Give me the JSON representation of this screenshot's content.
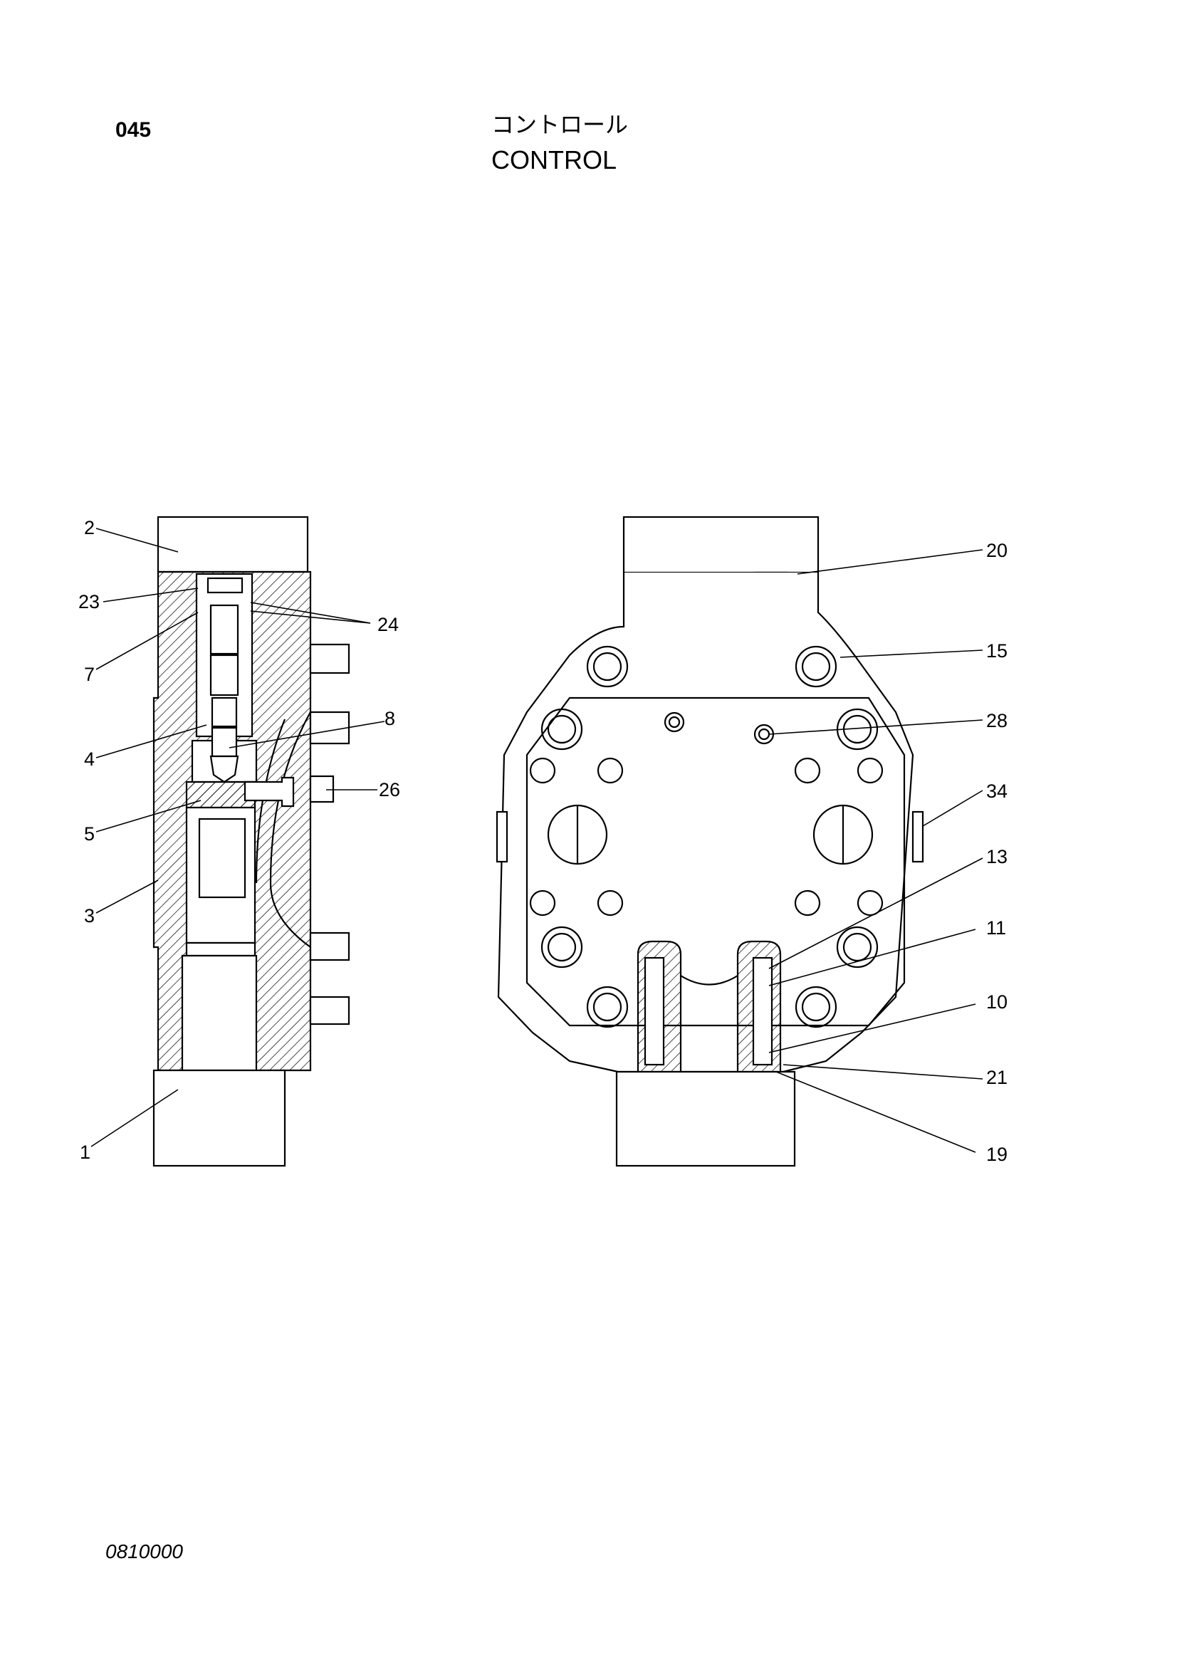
{
  "header": {
    "page_number": "045",
    "title_jp": "コントロール",
    "title_en": "CONTROL"
  },
  "footer": {
    "document_code": "0810000"
  },
  "diagram": {
    "left_view_callouts": [
      "2",
      "23",
      "24",
      "7",
      "8",
      "4",
      "26",
      "5",
      "3",
      "1"
    ],
    "right_view_callouts": [
      "20",
      "15",
      "28",
      "34",
      "13",
      "11",
      "10",
      "21",
      "19"
    ]
  }
}
